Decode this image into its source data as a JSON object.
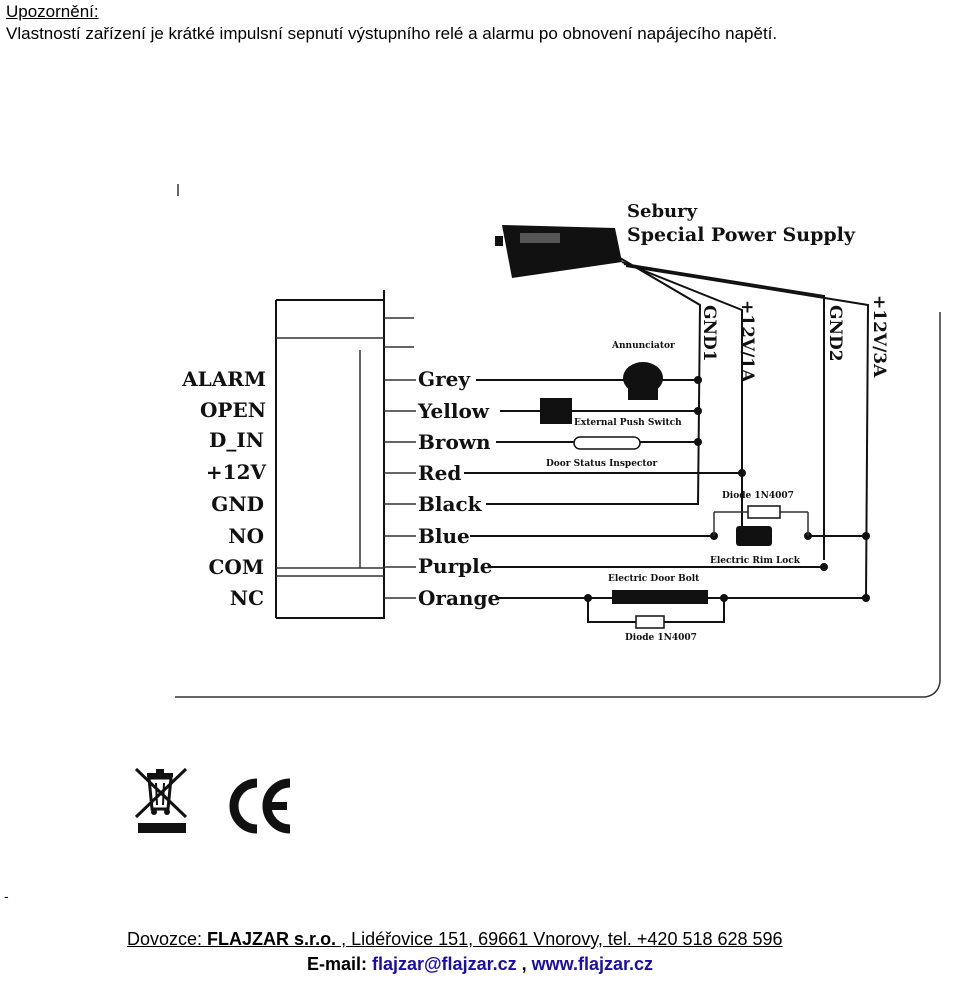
{
  "note": {
    "title": "Upozornění:",
    "text": "Vlastností zařízení je krátké impulsní sepnutí výstupního relé a alarmu po obnovení napájecího napětí."
  },
  "diagram": {
    "psu_brand": "Sebury",
    "psu_name": "Special Power Supply",
    "psu_outputs": [
      "GND1",
      "+12V/1A",
      "GND2",
      "+12V/3A"
    ],
    "terminals": [
      "ALARM",
      "OPEN",
      "D_IN",
      "+12V",
      "GND",
      "NO",
      "COM",
      "NC"
    ],
    "wires": [
      "Grey",
      "Yellow",
      "Brown",
      "Red",
      "Black",
      "Blue",
      "Purple",
      "Orange"
    ],
    "components": {
      "annunciator": "Annunciator",
      "push_switch": "External Push Switch",
      "door_status": "Door Status Inspector",
      "diode_top": "Diode 1N4007",
      "rim_lock": "Electric Rim Lock",
      "door_bolt": "Electric Door Bolt",
      "diode_bottom": "Diode 1N4007"
    }
  },
  "footer": {
    "dash": "-",
    "importer_prefix": "Dovozce: ",
    "importer_name": "FLAJZAR s.r.o.",
    "importer_address": " , Lidéřovice 151, 69661 Vnorovy, tel. +420 518 628 596",
    "email_label": "E-mail: ",
    "email": "flajzar@flajzar.cz",
    "separator": " , ",
    "website": "www.flajzar.cz"
  },
  "icons": [
    "weee-bin-icon",
    "ce-mark-icon"
  ]
}
